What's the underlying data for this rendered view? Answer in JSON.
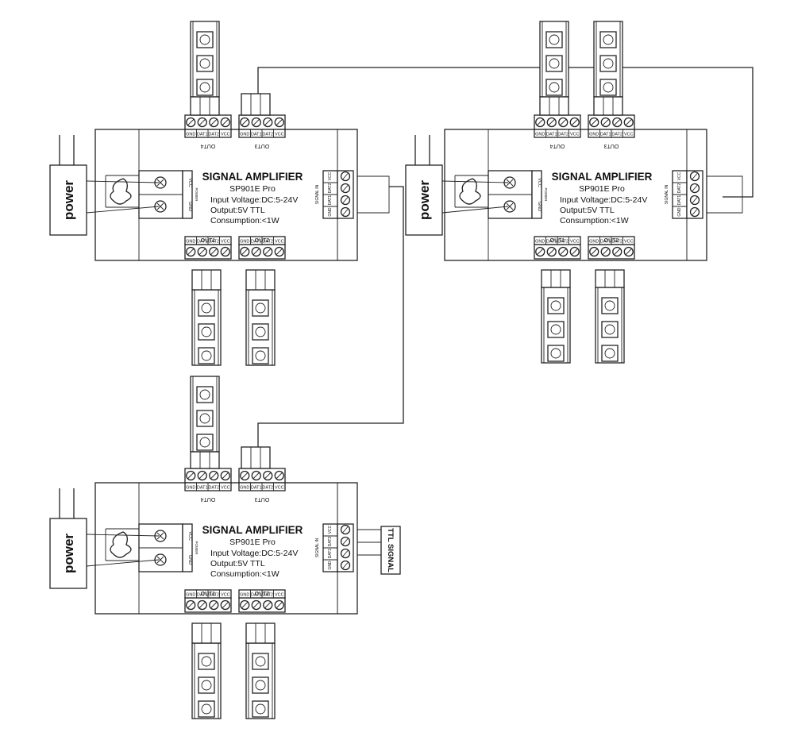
{
  "diagram": {
    "amplifiers": [
      {
        "id": "amp-top-left",
        "title": "SIGNAL AMPLIFIER",
        "model": "SP901E Pro",
        "input_voltage": "Input Voltage:DC:5-24V",
        "output": "Output:5V TTL",
        "consumption": "Consumption:<1W",
        "power_label": "POWER",
        "vcc_label": "VCC",
        "gnd_label": "GND",
        "signal_in_label": "SIGNAL IN",
        "out1_label": "OUT1",
        "out2_label": "OUT2",
        "out3_label": "OUT3",
        "out4_label": "OUT4",
        "pin_labels": [
          "GND",
          "DAT1",
          "DAT2",
          "VCC"
        ]
      },
      {
        "id": "amp-top-right",
        "title": "SIGNAL AMPLIFIER",
        "model": "SP901E Pro",
        "input_voltage": "Input Voltage:DC:5-24V",
        "output": "Output:5V TTL",
        "consumption": "Consumption:<1W",
        "power_label": "POWER",
        "vcc_label": "VCC",
        "gnd_label": "GND",
        "signal_in_label": "SIGNAL IN",
        "out1_label": "OUT1",
        "out2_label": "OUT2",
        "out3_label": "OUT3",
        "out4_label": "OUT4",
        "pin_labels": [
          "GND",
          "DAT1",
          "DAT2",
          "VCC"
        ]
      },
      {
        "id": "amp-bottom",
        "title": "SIGNAL AMPLIFIER",
        "model": "SP901E Pro",
        "input_voltage": "Input Voltage:DC:5-24V",
        "output": "Output:5V TTL",
        "consumption": "Consumption:<1W",
        "power_label": "POWER",
        "vcc_label": "VCC",
        "gnd_label": "GND",
        "signal_in_label": "SIGNAL IN",
        "out1_label": "OUT1",
        "out2_label": "OUT2",
        "out3_label": "OUT3",
        "out4_label": "OUT4",
        "pin_labels": [
          "GND",
          "DAT1",
          "DAT2",
          "VCC"
        ]
      }
    ],
    "power_supply_label": "power",
    "ttl_signal_label": "TTL SIGNAL"
  }
}
